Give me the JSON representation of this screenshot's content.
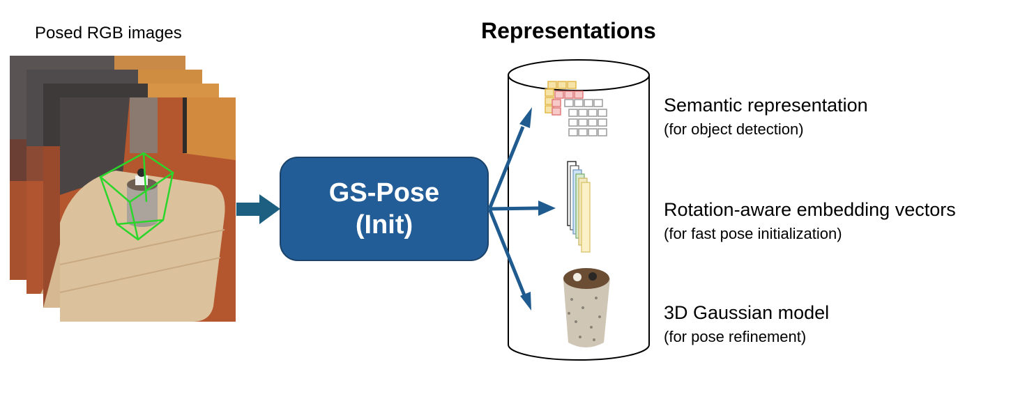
{
  "input": {
    "title": "Posed RGB images"
  },
  "module": {
    "line1": "GS-Pose",
    "line2": "(Init)"
  },
  "representations": {
    "title": "Representations",
    "items": [
      {
        "name": "Semantic representation",
        "purpose": "(for object detection)"
      },
      {
        "name": "Rotation-aware embedding vectors",
        "purpose": "(for fast pose initialization)"
      },
      {
        "name": "3D Gaussian model",
        "purpose": "(for pose refinement)"
      }
    ]
  },
  "colors": {
    "module_fill": "#235d98",
    "arrow": "#1f5b8f",
    "input_arrow": "#1d5f80",
    "bbox": "#2bd62b",
    "floor": "#b4562e",
    "table": "#d9bd95"
  }
}
